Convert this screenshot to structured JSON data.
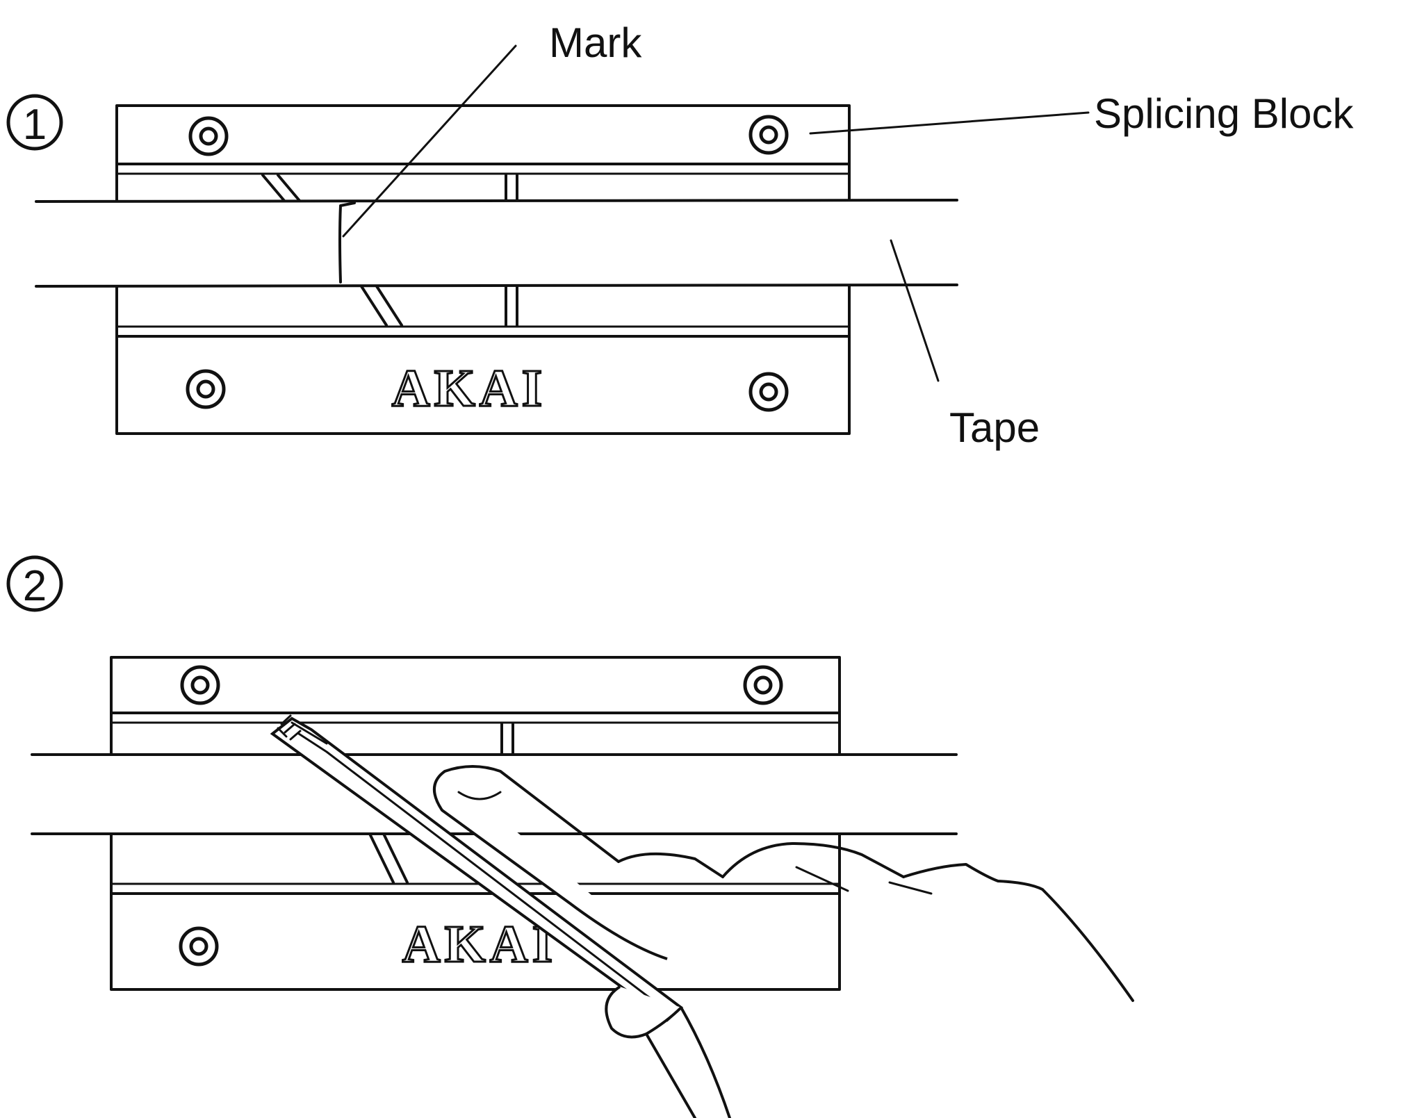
{
  "step_1": {
    "number": "1",
    "labels": {
      "mark": "Mark",
      "splicing_block": "Splicing Block",
      "tape": "Tape"
    },
    "brand": "AKAI"
  },
  "step_2": {
    "number": "2",
    "brand": "AKAI"
  },
  "colors": {
    "ink": "#111111",
    "paper": "#ffffff"
  }
}
